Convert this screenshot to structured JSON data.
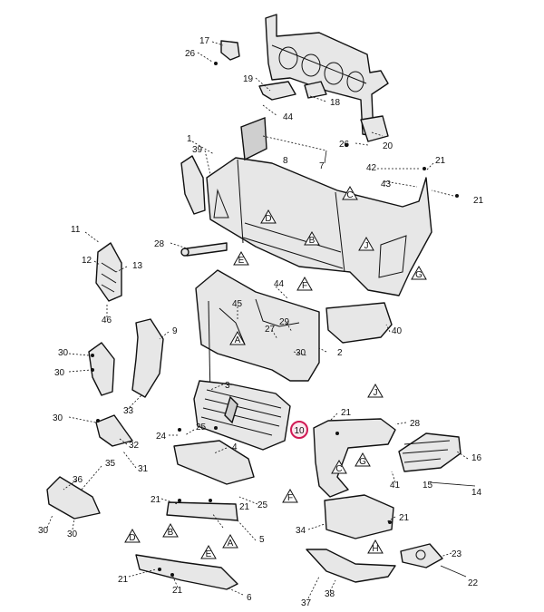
{
  "callouts": [
    {
      "id": "c17",
      "text": "17"
    },
    {
      "id": "c26a",
      "text": "26"
    },
    {
      "id": "c19",
      "text": "19"
    },
    {
      "id": "c18",
      "text": "18"
    },
    {
      "id": "c44a",
      "text": "44"
    },
    {
      "id": "c1",
      "text": "1"
    },
    {
      "id": "c39",
      "text": "39"
    },
    {
      "id": "c8",
      "text": "8"
    },
    {
      "id": "c7",
      "text": "7"
    },
    {
      "id": "c26b",
      "text": "26"
    },
    {
      "id": "c20",
      "text": "20"
    },
    {
      "id": "c42",
      "text": "42"
    },
    {
      "id": "c21a",
      "text": "21"
    },
    {
      "id": "c43",
      "text": "43"
    },
    {
      "id": "c21b",
      "text": "21"
    },
    {
      "id": "c11",
      "text": "11"
    },
    {
      "id": "c12",
      "text": "12"
    },
    {
      "id": "c13",
      "text": "13"
    },
    {
      "id": "c46",
      "text": "46"
    },
    {
      "id": "c28a",
      "text": "28"
    },
    {
      "id": "c44b",
      "text": "44"
    },
    {
      "id": "c45",
      "text": "45"
    },
    {
      "id": "c27",
      "text": "27"
    },
    {
      "id": "c29",
      "text": "29"
    },
    {
      "id": "c40",
      "text": "40"
    },
    {
      "id": "c9",
      "text": "9"
    },
    {
      "id": "c30a",
      "text": "30"
    },
    {
      "id": "c30b",
      "text": "30"
    },
    {
      "id": "c33",
      "text": "33"
    },
    {
      "id": "c30c",
      "text": "30"
    },
    {
      "id": "c2",
      "text": "2"
    },
    {
      "id": "c3",
      "text": "3"
    },
    {
      "id": "c30d",
      "text": "30"
    },
    {
      "id": "c21c",
      "text": "21"
    },
    {
      "id": "c28b",
      "text": "28"
    },
    {
      "id": "c24",
      "text": "24"
    },
    {
      "id": "c25a",
      "text": "25"
    },
    {
      "id": "c4",
      "text": "4"
    },
    {
      "id": "c32",
      "text": "32"
    },
    {
      "id": "c31",
      "text": "31"
    },
    {
      "id": "c16",
      "text": "16"
    },
    {
      "id": "c35",
      "text": "35"
    },
    {
      "id": "c36",
      "text": "36"
    },
    {
      "id": "c41",
      "text": "41"
    },
    {
      "id": "c15",
      "text": "15"
    },
    {
      "id": "c14",
      "text": "14"
    },
    {
      "id": "c21d",
      "text": "21"
    },
    {
      "id": "c25b",
      "text": "25"
    },
    {
      "id": "c21e",
      "text": "21"
    },
    {
      "id": "c34",
      "text": "34"
    },
    {
      "id": "c30e",
      "text": "30"
    },
    {
      "id": "c30f",
      "text": "30"
    },
    {
      "id": "c5",
      "text": "5"
    },
    {
      "id": "c21f",
      "text": "21"
    },
    {
      "id": "c21g",
      "text": "21"
    },
    {
      "id": "c23",
      "text": "23"
    },
    {
      "id": "c22",
      "text": "22"
    },
    {
      "id": "c21h",
      "text": "21"
    },
    {
      "id": "c6",
      "text": "6"
    },
    {
      "id": "c37",
      "text": "37"
    },
    {
      "id": "c38",
      "text": "38"
    }
  ],
  "highlighted_callout": {
    "text": "10",
    "color": "#d11a55"
  },
  "reference_markers": [
    {
      "id": "rC1",
      "letter": "C"
    },
    {
      "id": "rD1",
      "letter": "D"
    },
    {
      "id": "rB1",
      "letter": "B"
    },
    {
      "id": "rJ1",
      "letter": "J"
    },
    {
      "id": "rE1",
      "letter": "E"
    },
    {
      "id": "rG1",
      "letter": "G"
    },
    {
      "id": "rF1",
      "letter": "F"
    },
    {
      "id": "rJ2",
      "letter": "J"
    },
    {
      "id": "rC2",
      "letter": "C"
    },
    {
      "id": "rG2",
      "letter": "G"
    },
    {
      "id": "rF2",
      "letter": "F"
    },
    {
      "id": "rH1",
      "letter": "H"
    },
    {
      "id": "rB2",
      "letter": "B"
    },
    {
      "id": "rA1",
      "letter": "A"
    },
    {
      "id": "rD2",
      "letter": "D"
    },
    {
      "id": "rE2",
      "letter": "E"
    },
    {
      "id": "rA2",
      "letter": "A"
    }
  ]
}
